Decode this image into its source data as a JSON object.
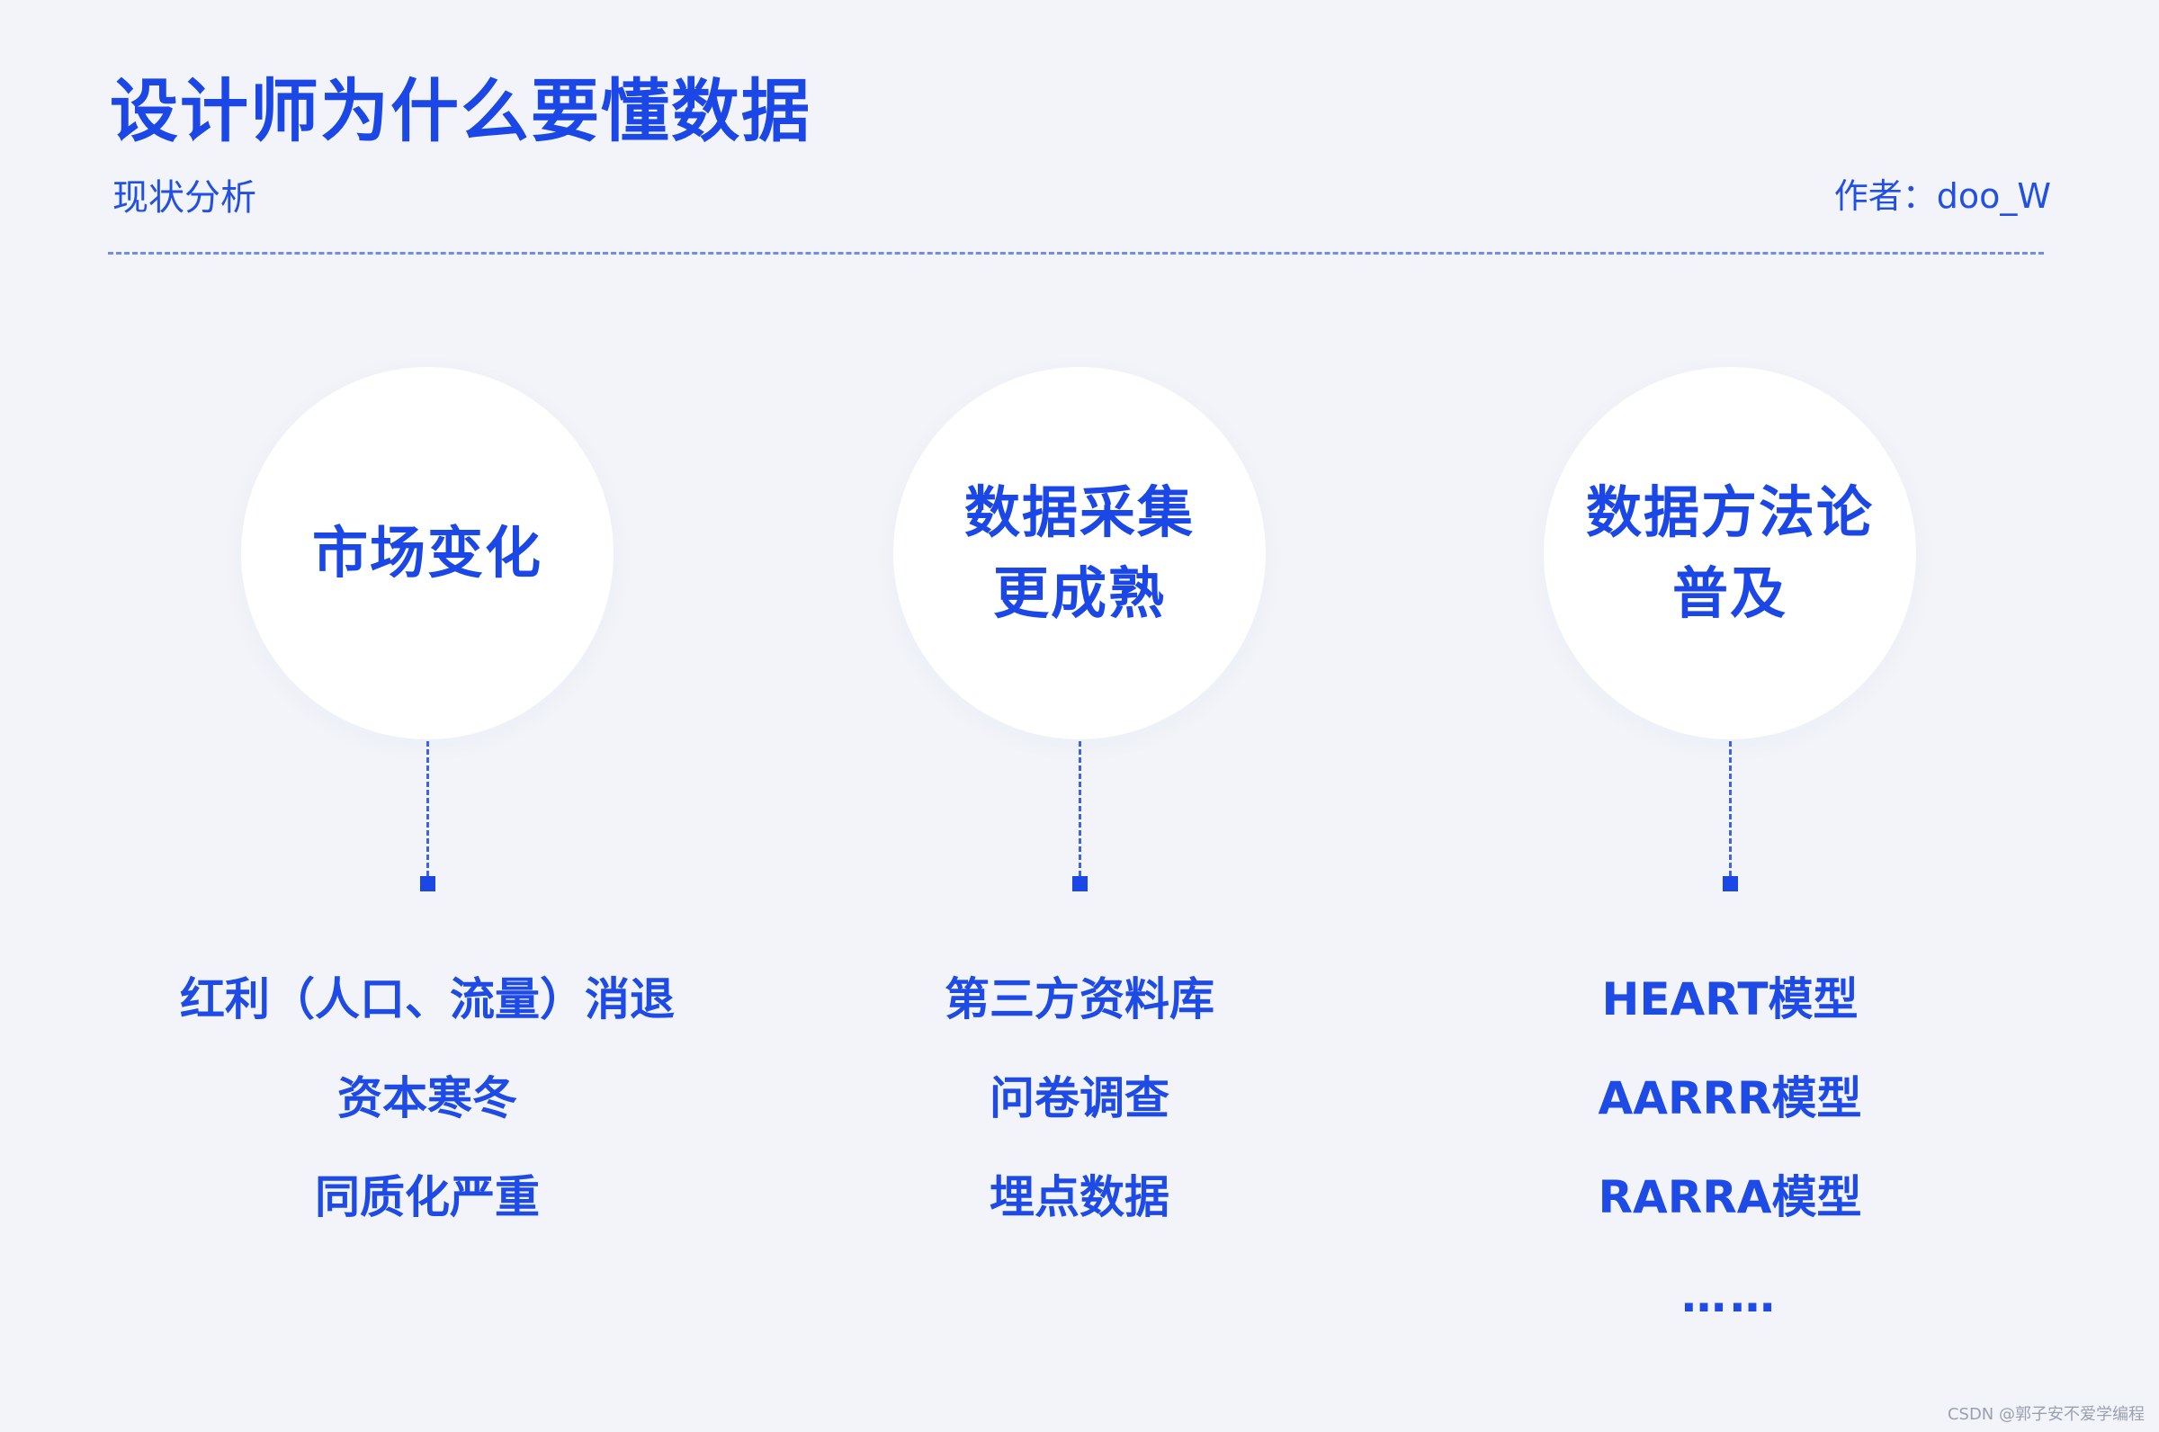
{
  "header": {
    "title": "设计师为什么要懂数据",
    "subtitle": "现状分析",
    "author": "作者：doo_W"
  },
  "columns": [
    {
      "circle_label": "市场变化",
      "items": [
        "红利（人口、流量）消退",
        "资本寒冬",
        "同质化严重"
      ]
    },
    {
      "circle_label": "数据采集\n更成熟",
      "items": [
        "第三方资料库",
        "问卷调查",
        "埋点数据"
      ]
    },
    {
      "circle_label": "数据方法论\n普及",
      "items": [
        "HEART模型",
        "AARRR模型",
        "RARRA模型",
        "……"
      ]
    }
  ],
  "watermark": "CSDN @郭子安不爱学编程",
  "colors": {
    "accent": "#1a47e6",
    "background": "#f2f4f9",
    "circle": "#ffffff"
  }
}
